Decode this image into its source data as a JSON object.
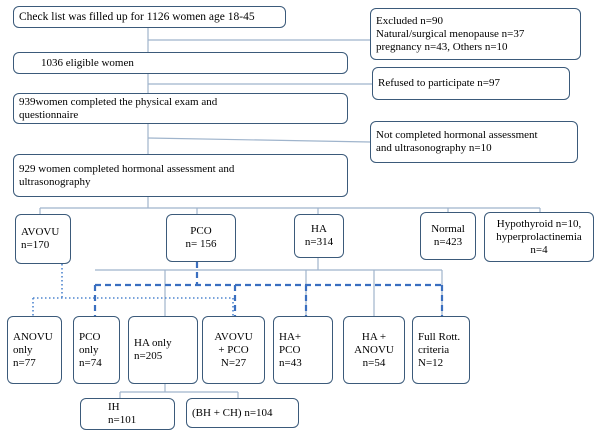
{
  "flow": {
    "screened": "Check list was filled up for 1126 women age 18-45",
    "excluded": {
      "line1": "Excluded n=90",
      "line2": "Natural/surgical menopause n=37",
      "line3": "pregnancy n=43, Others n=10"
    },
    "eligible": "1036 eligible women",
    "refused": "Refused to participate  n=97",
    "physical_exam": {
      "line1": "939women completed the physical exam and",
      "line2": "questionnaire"
    },
    "not_completed": {
      "line1": "Not completed hormonal assessment",
      "line2": "and ultrasonography n=10"
    },
    "hormonal": {
      "line1": "929 women completed hormonal assessment and",
      "line2": "ultrasonography"
    }
  },
  "groups": {
    "avovu": {
      "line1": "AVOVU",
      "line2": "n=170"
    },
    "pco": {
      "line1": "PCO",
      "line2": "n= 156"
    },
    "ha": {
      "line1": "HA",
      "line2": "n=314"
    },
    "normal": {
      "line1": "Normal",
      "line2": "n=423"
    },
    "hypothyroid": {
      "line1": "Hypothyroid n=10,",
      "line2": "hyperprolactinemia",
      "line3": "n=4"
    }
  },
  "subgroups": {
    "anovu_only": {
      "line1": "ANOVU",
      "line2": "only",
      "line3": "n=77"
    },
    "pco_only": {
      "line1": "PCO",
      "line2": "only",
      "line3": "n=74"
    },
    "ha_only": {
      "line1": "HA only",
      "line2": "n=205"
    },
    "avovu_pco": {
      "line1": "AVOVU",
      "line2": "+ PCO",
      "line3": "N=27"
    },
    "ha_pco": {
      "line1": "HA+",
      "line2": "PCO",
      "line3": "n=43"
    },
    "ha_anovu": {
      "line1": "HA +",
      "line2": "ANOVU",
      "line3": "n=54"
    },
    "full_rott": {
      "line1": "Full Rott.",
      "line2": "criteria",
      "line3": "N=12"
    }
  },
  "ha_split": {
    "ih": {
      "line1": "IH",
      "line2": "n=101"
    },
    "bh_ch": "(BH  + CH) n=104"
  },
  "colors": {
    "solid_line": "#9fb4cc",
    "dashed_line": "#3a6fc0",
    "dotted_line": "#4f86cf",
    "box_border": "#3b5a7a"
  }
}
